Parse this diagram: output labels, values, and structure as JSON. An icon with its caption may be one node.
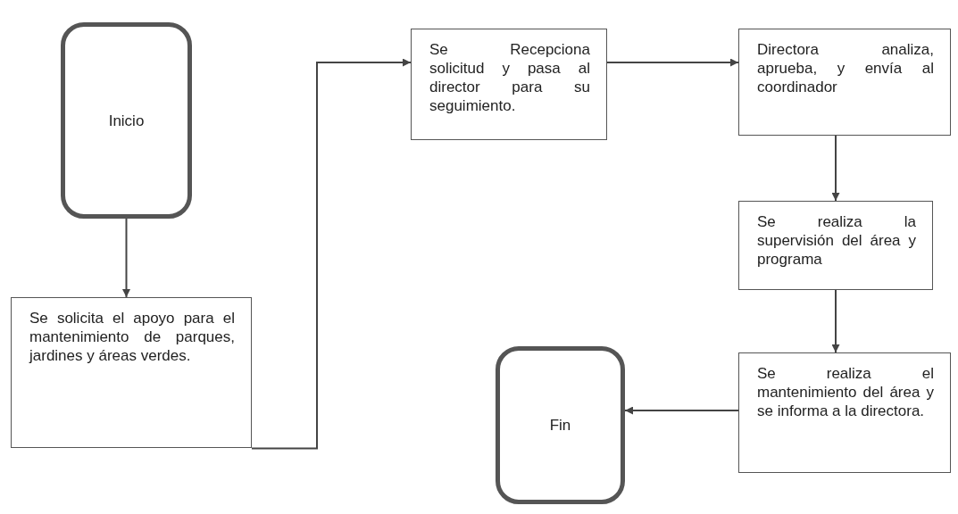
{
  "diagram": {
    "nodes": [
      {
        "text": [
          "Inicio"
        ]
      },
      {
        "text": [
          "Se solicita el apoyo para el mantenimiento de parques, jardines y áreas verdes."
        ]
      },
      {
        "text": [
          "Se Recepciona solicitud y pasa al director para su seguimiento."
        ]
      },
      {
        "text": [
          "Directora analiza, aprueba, y envía al coordinador"
        ]
      },
      {
        "text": [
          "Se realiza la supervisión del área y programa"
        ]
      },
      {
        "text": [
          "Se realiza el mantenimiento del área y se informa a la directora."
        ]
      },
      {
        "text": [
          "Fin"
        ]
      }
    ],
    "edges": [
      {
        "from": 0,
        "to": 1,
        "arrow": "to"
      },
      {
        "from": 1,
        "to": 2,
        "arrow": "to"
      },
      {
        "from": 2,
        "to": 3,
        "arrow": "to"
      },
      {
        "from": 3,
        "to": 4,
        "arrow": "to"
      },
      {
        "from": 4,
        "to": 5,
        "arrow": "to"
      },
      {
        "from": 5,
        "to": 6,
        "arrow": "to"
      }
    ]
  }
}
